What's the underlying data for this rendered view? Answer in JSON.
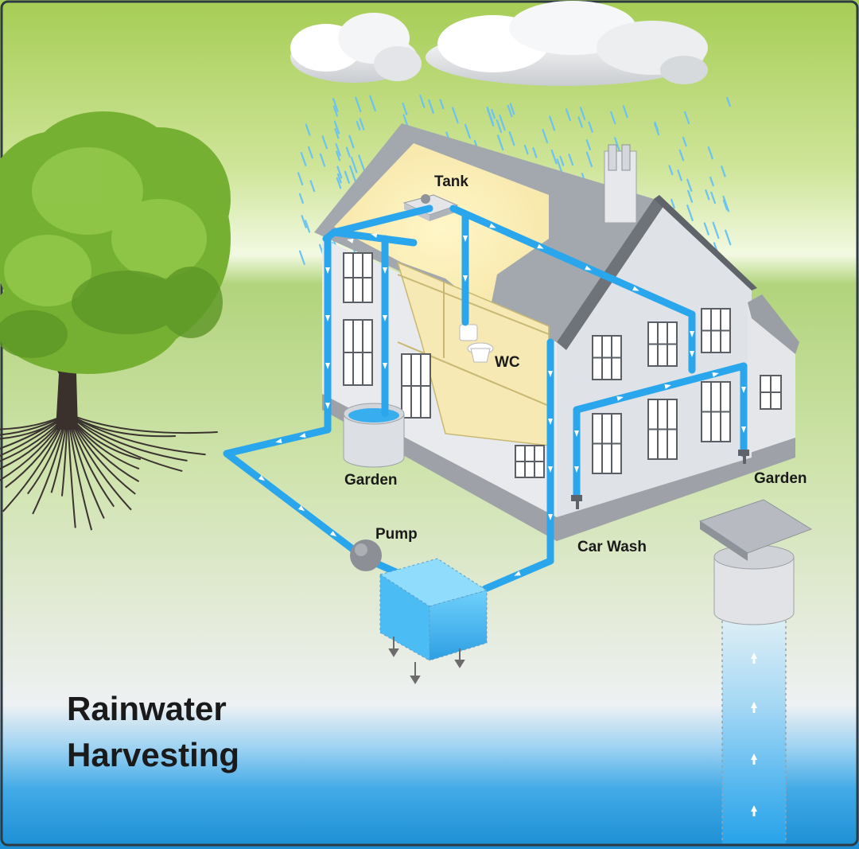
{
  "title": {
    "line1": "Rainwater",
    "line2": "Harvesting"
  },
  "labels": {
    "tank": "Tank",
    "wc": "WC",
    "garden_left": "Garden",
    "garden_right": "Garden",
    "pump": "Pump",
    "car_wash": "Car Wash"
  },
  "colors": {
    "sky_top": "#a8cf5a",
    "sky_mid": "#e6f3c8",
    "grass": "#b7d98a",
    "water": "#2aa6ec",
    "ground_water": "#1e8fd6",
    "house_wall": "#e4e6ea",
    "roof": "#9ea3aa",
    "attic": "#fbf1c4"
  }
}
